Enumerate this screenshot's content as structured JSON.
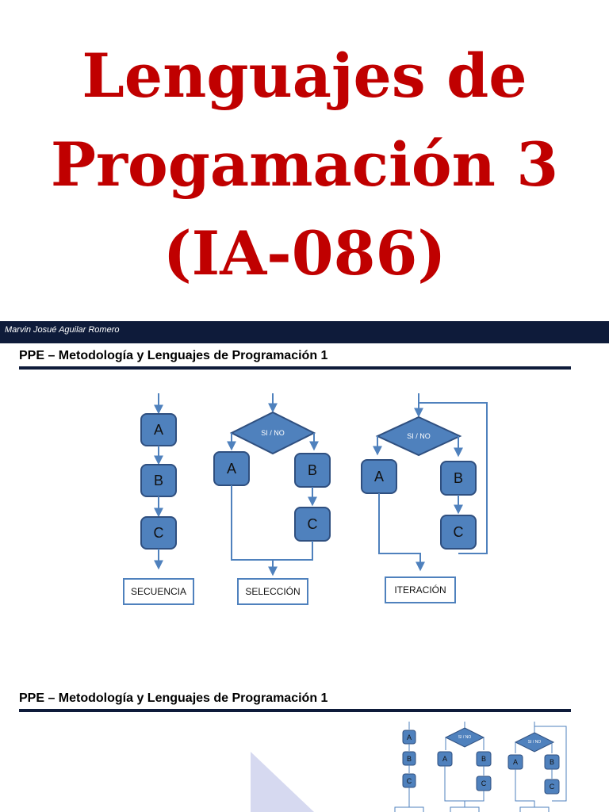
{
  "title": {
    "line1": "Lenguajes de",
    "line2": "Progamación 3",
    "line3": "(IA-086)"
  },
  "author": "Marvin Josué Aguilar Romero",
  "section_header": "PPE – Metodología y Lenguajes de Programación 1",
  "diagram": {
    "decision_label": "SI / NO",
    "box_a": "A",
    "box_b": "B",
    "box_c": "C",
    "secuencia": "SECUENCIA",
    "seleccion": "SELECCIÓN",
    "iteracion": "ITERACIÓN"
  },
  "colors": {
    "title": "#c00000",
    "bar": "#0e1b3a",
    "shape_fill": "#4f81bd"
  }
}
